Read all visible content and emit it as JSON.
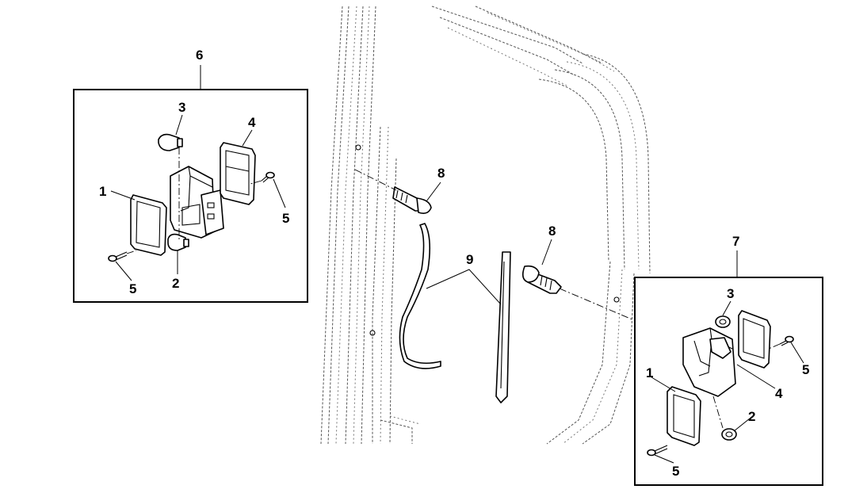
{
  "callouts": {
    "left_group": {
      "frame": "6",
      "lens": "1",
      "bulb_lower": "2",
      "bulb_upper": "3",
      "gasket": "4",
      "screw_upper": "5",
      "screw_lower": "5"
    },
    "center": {
      "bolt_upper": "8",
      "bolt_lower": "8",
      "hose": "9"
    },
    "right_group": {
      "frame": "7",
      "lens": "1",
      "bulb_lower": "2",
      "bulb_upper": "3",
      "gasket": "4",
      "screw_upper": "5",
      "screw_lower": "5"
    }
  }
}
